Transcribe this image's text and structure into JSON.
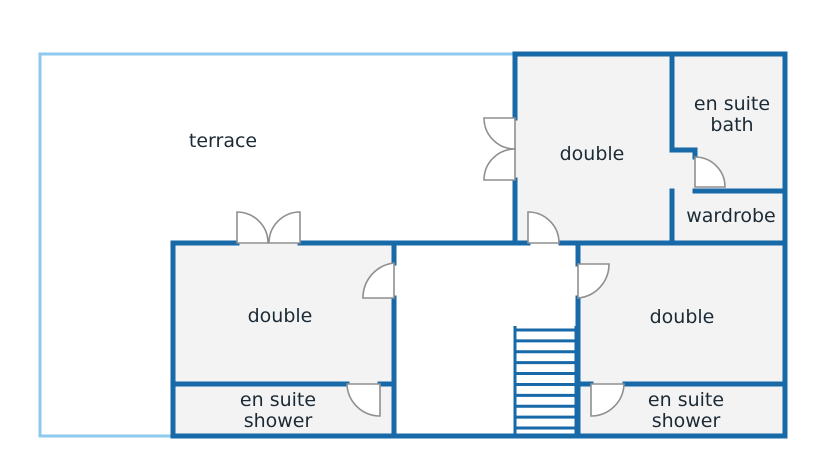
{
  "rooms": {
    "terrace": "terrace",
    "double_upper": "double",
    "en_suite_bath": [
      "en suite",
      "bath"
    ],
    "wardrobe": "wardrobe",
    "double_left": "double",
    "double_right": "double",
    "en_suite_shower_left": [
      "en suite",
      "shower"
    ],
    "en_suite_shower_right": [
      "en suite",
      "shower"
    ]
  },
  "colors": {
    "wall": "#1769a8",
    "terrace_outline": "#8ec9ee",
    "room_fill": "#f3f3f3",
    "door": "#8f8f8f",
    "text": "#1b2a35"
  },
  "stairs": {
    "treads": 10
  }
}
